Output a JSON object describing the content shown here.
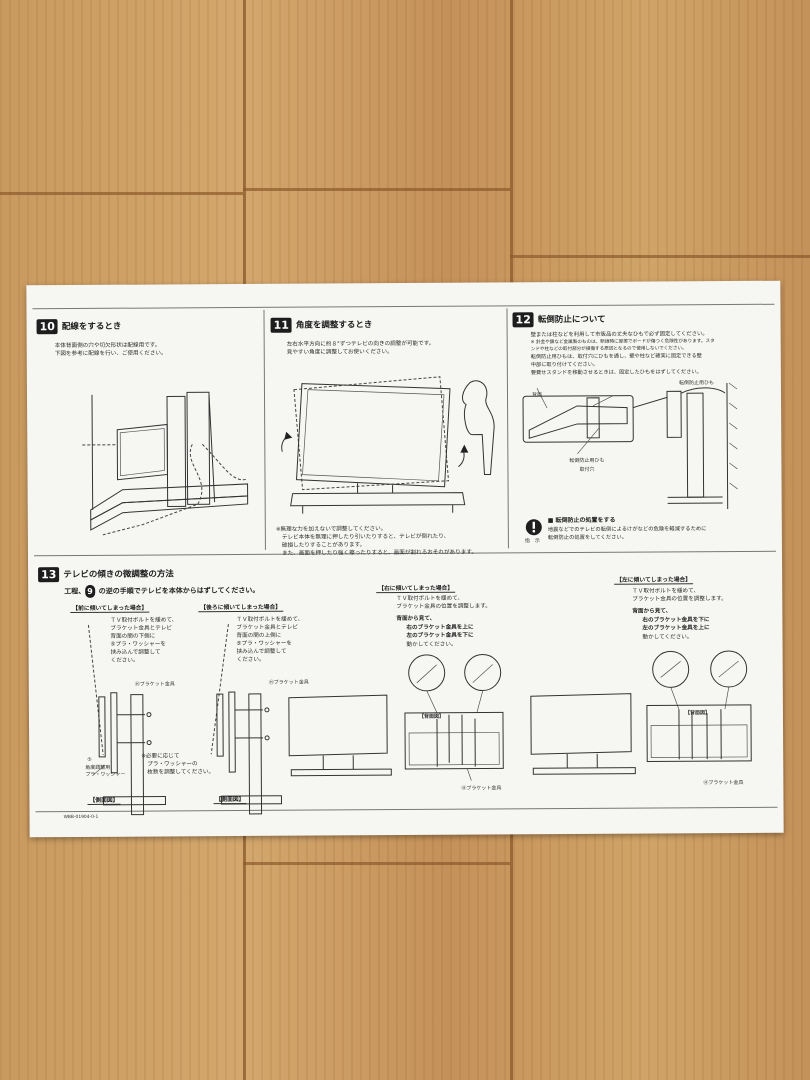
{
  "s10": {
    "num": "10",
    "title": "配線をするとき",
    "lines": [
      "本体背面側の穴や切欠形状は配線用です。",
      "下図を参考に配線を行い、ご使用ください。"
    ]
  },
  "s11": {
    "num": "11",
    "title": "角度を調整するとき",
    "lines": [
      "左右水平方向に約８°ずつテレビの向きの調整が可能です。",
      "見やすい角度に調整してお使いください。"
    ],
    "notes": [
      "※無理な力を加えないで調整してください。",
      "テレビ本体を無理に押したり引いたりすると、テレビが倒れたり、",
      "破損したりすることがあります。",
      "また、画面を押したり強く擦ったりすると、画面が割れるおそれがあります。"
    ]
  },
  "s12": {
    "num": "12",
    "title": "転倒防止について",
    "lines": [
      "壁または柱などを利用して市販品の丈夫なひもで必ず固定してください。",
      "※ 針金や鎖など金属製のものは、断線時に摩擦でボードが傷つく危険性があります。スタ",
      "ンドや柱などの取付部分が損傷する原因となるので使用しないでください。",
      "転倒防止用ひもは、取付穴にひもを通し、壁や柱など確実に固定できる壁",
      "中部に取り付けてください。",
      "要費せスタンドを移動させるときは、固定したひもをはずしてください。"
    ],
    "label_back": "背面",
    "label_cord": "転倒防止用ひも",
    "label_cord2": "転倒防止用ひも",
    "label_hole": "取付穴",
    "warn_title": "■ 転倒防止の処置をする",
    "warn_lines": [
      "地震などでのテレビの転倒によるけがなどの危険を軽減するために",
      "転倒防止の処置をしてください。"
    ],
    "warn_icon_label": "指　示"
  },
  "s13": {
    "num": "13",
    "title": "テレビの傾きの微調整の方法",
    "sub_a": "工程、",
    "sub_num": "9",
    "sub_b": "の逆の手順でテレビを本体からはずしてください。",
    "front": {
      "tag": "【前に傾いてしまった場合】",
      "lines": [
        "ＴＶ取付ボルトを緩めて、",
        "ブラケット金具とテレビ",
        "背面の間の下側に",
        "⑤プラ・ワッシャーを",
        "挟み込んで調整して",
        "ください。"
      ],
      "lbl_bracket": "Ⓗブラケット金具",
      "lbl_adjust": "角度調整用\nプラ・ワッシャー",
      "lbl_5": "⑤",
      "side": "【側面図】"
    },
    "back": {
      "tag": "【後ろに傾いてしまった場合】",
      "lines": [
        "ＴＶ取付ボルトを緩めて、",
        "ブラケット金具とテレビ",
        "背面の間の上側に",
        "⑤プラ・ワッシャーを",
        "挟み込んで調整して",
        "ください。"
      ],
      "lbl_bracket": "Ⓗブラケット金具",
      "note": [
        "※必要に応じて",
        "プラ・ワッシャーの",
        "枚数を調整してください。"
      ],
      "side": "【側面図】"
    },
    "right": {
      "tag": "【右に傾いてしまった場合】",
      "lines": [
        "ＴＶ取付ボルトを緩めて、",
        "ブラケット金具の位置を調整します。"
      ],
      "lines2": [
        "背面から見て、",
        "右のブラケット金具を上に",
        "左のブラケット金具を下に",
        "動かしてください。"
      ],
      "back_view": "【背面図】",
      "lbl_bracket": "Ⓗブラケット金具"
    },
    "left": {
      "tag": "【左に傾いてしまった場合】",
      "lines": [
        "ＴＶ取付ボルトを緩めて、",
        "ブラケット金具の位置を調整します。"
      ],
      "lines2": [
        "背面から見て、",
        "右のブラケット金具を下に",
        "左のブラケット金具を上に",
        "動かしてください。"
      ],
      "back_view": "【背面図】",
      "lbl_bracket": "Ⓗブラケット金具"
    },
    "code": "WBB-01904-0-1"
  }
}
